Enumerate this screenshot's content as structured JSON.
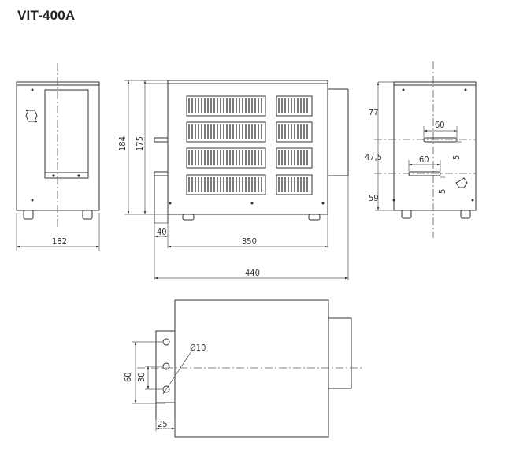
{
  "drawing": {
    "title": "VIT-400A",
    "dimensions": {
      "front_width": "182",
      "side_height": "184",
      "side_inner_height": "175",
      "bracket_offset": "40",
      "body_length": "350",
      "total_length": "440",
      "rear_top": "77",
      "rear_mid": "47,5",
      "rear_bottom": "59",
      "slot_width_upper": "60",
      "slot_width_lower": "60",
      "slot_height_upper": "5",
      "slot_height_lower": "5",
      "hole_span": "60",
      "hole_pitch": "30",
      "hole_diameter": "Ø10",
      "bracket_width": "25"
    }
  }
}
